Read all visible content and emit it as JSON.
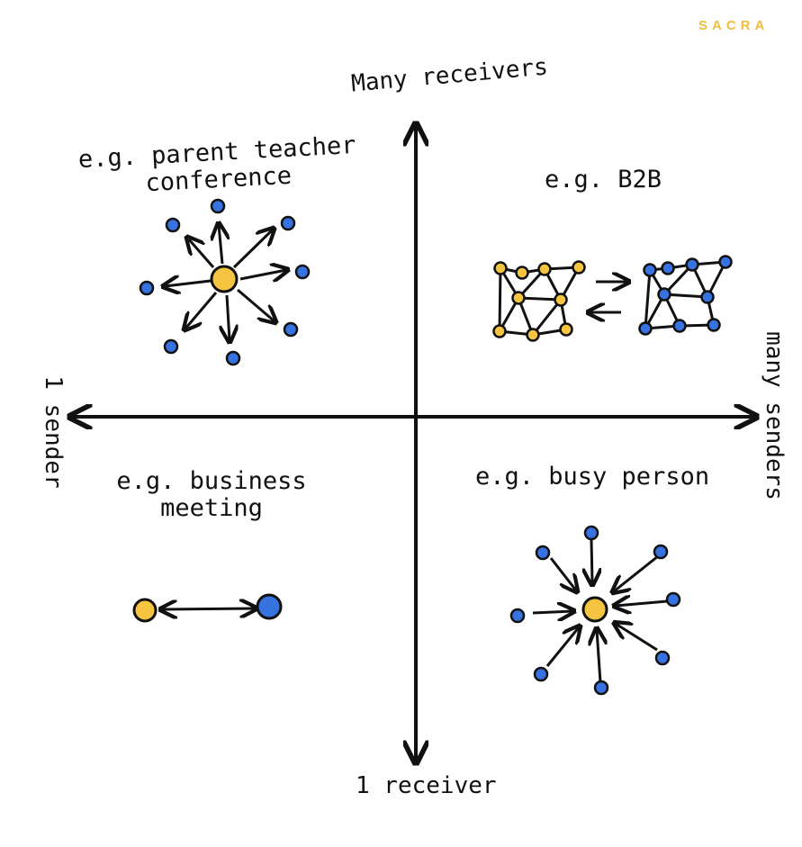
{
  "brand": "SACRA",
  "axes": {
    "top": "Many receivers",
    "bottom": "1 receiver",
    "left": "1 sender",
    "right": "many senders"
  },
  "quadrants": {
    "top_left": "e.g. parent teacher conference",
    "top_right": "e.g. B2B",
    "bottom_left": "e.g. business meeting",
    "bottom_right": "e.g. busy person"
  },
  "colors": {
    "sender": "#f5c542",
    "receiver": "#3672e0",
    "ink": "#111111",
    "brand": "#f2bd3c"
  }
}
